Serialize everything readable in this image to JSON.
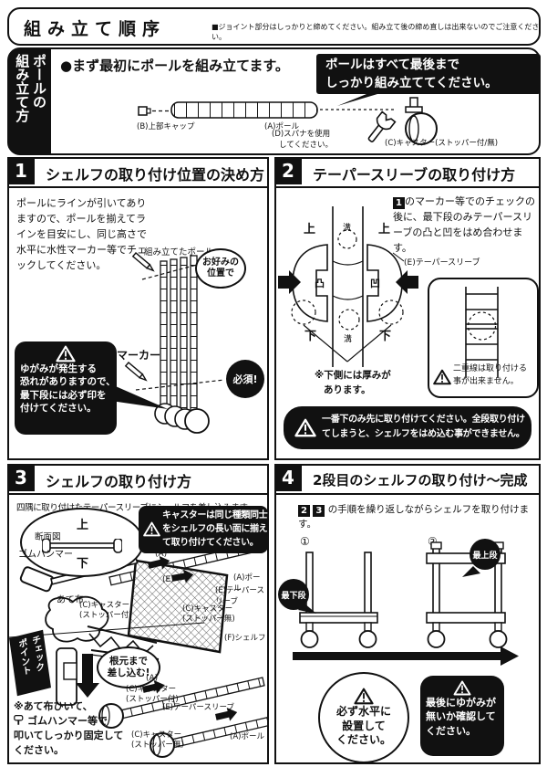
{
  "header": {
    "title": "組み立て順序",
    "note": "■ジョイント部分はしっかりと締めてください。組み立て後の締め直しは出来ないのでご注意ください。"
  },
  "pole": {
    "side_label": [
      "ポールの",
      "組み立て方"
    ],
    "heading": "●まず最初にポールを組み立てます。",
    "callout": [
      "ポールはすべて最後まで",
      "しっかり組み立ててください。"
    ],
    "label_cap": "(B)上部キャップ",
    "label_pole": "(A)ポール",
    "label_spanner": [
      "(D)スパナを使用",
      "してください。"
    ],
    "label_caster": "(C)キャスター(ストッパー付/無)"
  },
  "s1": {
    "num": "1",
    "title": "シェルフの取り付け位置の決め方",
    "body": "ポールにラインが引いてありますので、ポールを揃えてラインを目安にし、同じ高さで水平に水性マーカー等でチェックしてください。",
    "assembled_pole": "組み立てたポール",
    "bubble": [
      "お好みの",
      "位置で"
    ],
    "marker": "マーカー",
    "required": "必須!",
    "warning": [
      "ゆがみが発生する",
      "恐れがありますので、",
      "最下段には必ず印を",
      "付けてください。"
    ]
  },
  "s2": {
    "num": "2",
    "title": "テーパースリーブの取り付け方",
    "ref": "1",
    "body": "のマーカー等でのチェックの後に、最下段のみテーパースリーブの凸と凹をはめ合わせます。",
    "top_left": "上",
    "top_center": "溝",
    "top_right": "上",
    "bottom_left": "下",
    "bottom_center": "溝",
    "bottom_right": "下",
    "tab": "凸",
    "slot": "凹",
    "sleeve": "(E)テーパースリーブ",
    "note": [
      "※下側には厚みが",
      "あります。"
    ],
    "inset_warning": [
      "二重線は取り付ける",
      "事が出来ません。"
    ],
    "bar_warning": [
      "一番下のみ先に取り付けてください。全段取り付け",
      "てしまうと、シェルフをはめ込む事ができません。"
    ]
  },
  "s3": {
    "num": "3",
    "title": "シェルフの取り付け方",
    "body": "四隅に取り付けたテーパースリーブにシェルフを差し込みます。",
    "caster_warning": [
      "キャスターは同じ種類同士",
      "をシェルフの長い面に揃え",
      "て取り付けてください。"
    ],
    "cross_label": "断面図",
    "cross_up": "上",
    "cross_down": "下",
    "rubber_hammer": "ゴムハンマー",
    "cloth": "あて布",
    "caster_with": [
      "(C)キャスター",
      "(ストッパー付)"
    ],
    "caster_without": [
      "(C)キャスター",
      "(ストッパー無)"
    ],
    "mark_a": "(A)",
    "mark_e": "(E)",
    "pole_label": "(A)ポール",
    "sleeve_label": "(E)テーパースリーブ",
    "shelf_label": "(F)シェルフ",
    "check_badge": [
      "チェック",
      "ポイント"
    ],
    "insert_bubble": [
      "根元まで",
      "差し込む!"
    ],
    "note": [
      "※あて布ひいて、",
      "ゴムハンマー等で",
      "叩いてしっかり固定して",
      "ください。"
    ]
  },
  "s4": {
    "num": "4",
    "title": "2段目のシェルフの取り付け〜完成",
    "refs": [
      "2",
      "3"
    ],
    "body": "の手順を繰り返しながらシェルフを取り付けます。",
    "step1": "①",
    "step2": "②",
    "bottom_tier": "最下段",
    "top_tier": "最上段",
    "level_warning": [
      "必ず水平に",
      "設置して",
      "ください。"
    ],
    "final_warning": [
      "最後にゆがみが",
      "無いか確認して",
      "ください。"
    ]
  },
  "colors": {
    "ink": "#111111",
    "paper": "#ffffff"
  }
}
